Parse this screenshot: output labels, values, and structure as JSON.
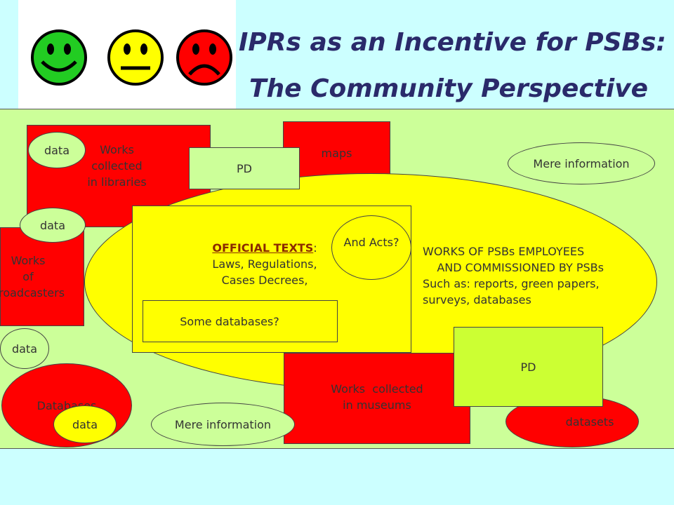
{
  "title": {
    "line1": "IPRs as an Incentive for PSBs:",
    "line2": "The Community Perspective"
  },
  "faces": [
    {
      "name": "happy",
      "color": "#22cc22"
    },
    {
      "name": "neutral",
      "color": "#ffff00"
    },
    {
      "name": "sad",
      "color": "#ff0000"
    }
  ],
  "boxes": {
    "libraries": "Works\ncollected\nin libraries",
    "maps": "maps",
    "broadcasters": "Works\nof\nbroadcasters",
    "databases": "Databases",
    "museums": "Works  collected\nin museums",
    "datasets": "datasets"
  },
  "labels": {
    "data": "data",
    "pd": "PD",
    "mere_information": "Mere information",
    "and_acts": "And Acts?",
    "some_databases": "Some databases?"
  },
  "official": {
    "heading": "OFFICIAL  TEXTS",
    "colon": ":",
    "body": "Laws, Regulations,\nCases Decrees,"
  },
  "psb_works": "WORKS OF PSBs EMPLOYEES\n    AND COMMISSIONED BY PSBs\nSuch as: reports, green papers,\nsurveys, databases",
  "colors": {
    "background": "#ccffff",
    "area": "#ccff99",
    "red": "#ff0000",
    "yellow": "#ffff00",
    "lime": "#ccff33",
    "title": "#2a2a6a"
  }
}
